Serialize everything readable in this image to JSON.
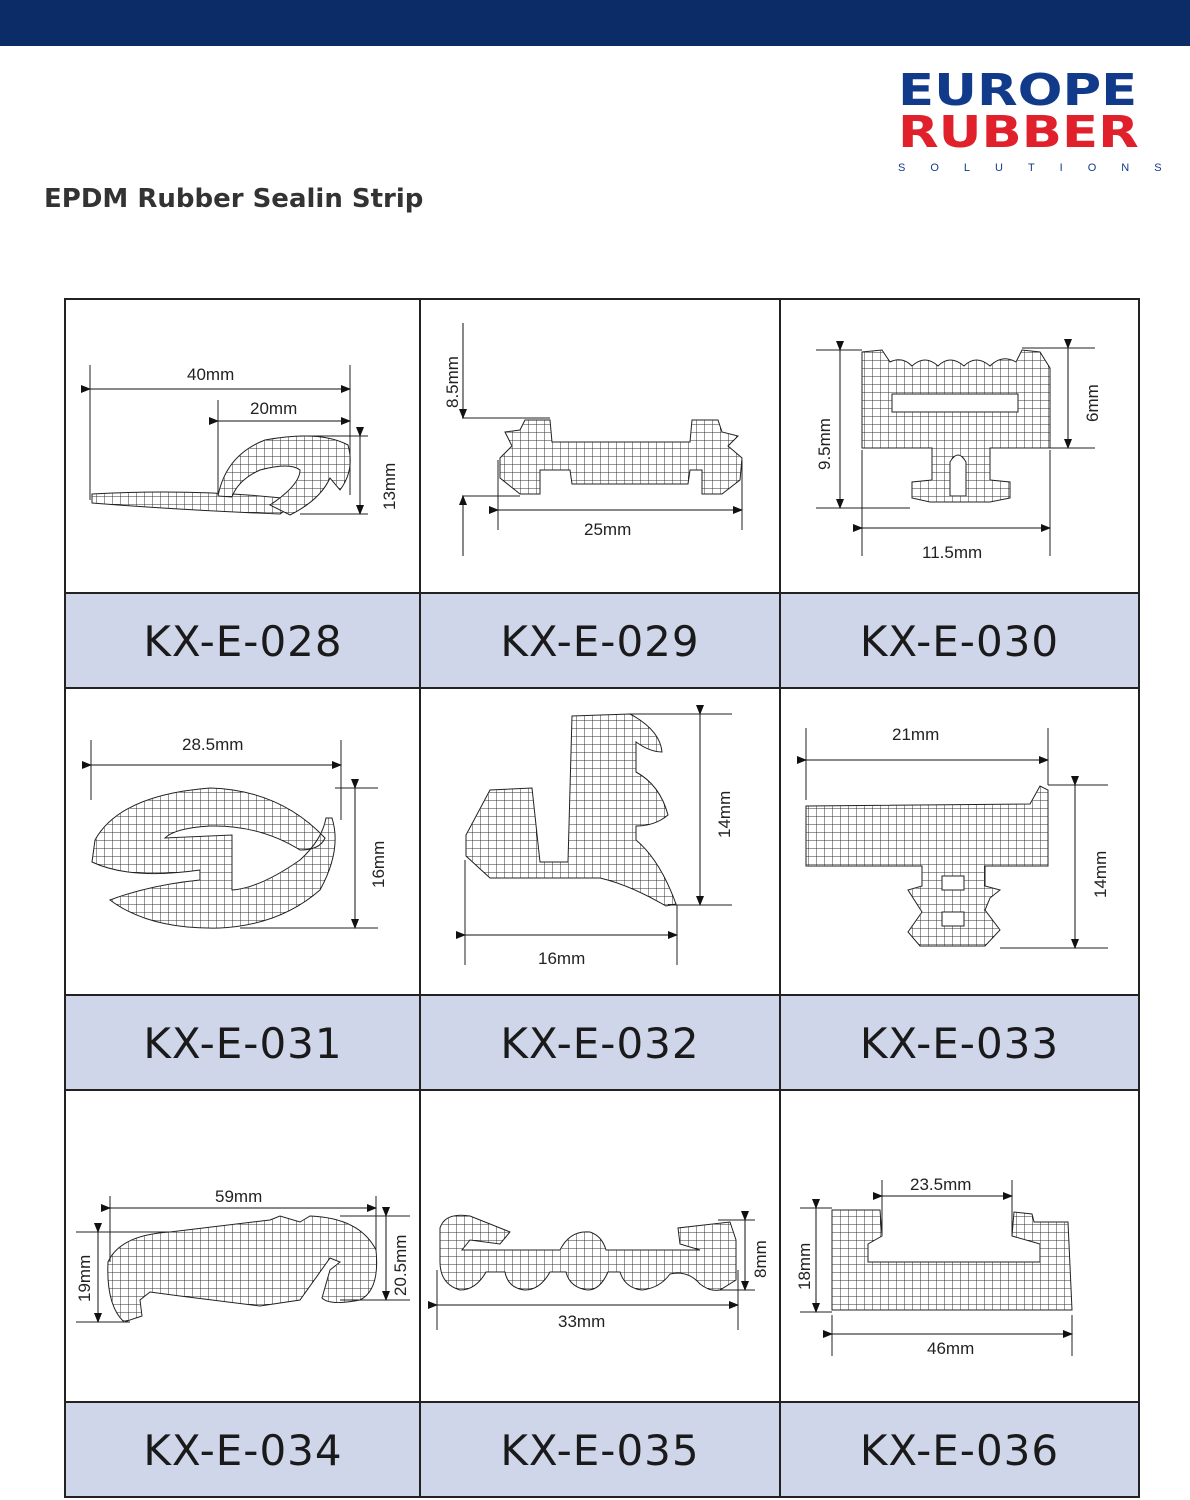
{
  "brand": {
    "line1": "EUROPE",
    "line2": "RUBBER",
    "line3": "SOLUTIONS",
    "colors": {
      "header_bar": "#0b2c66",
      "brand_blue": "#123a8a",
      "brand_red": "#e0202a",
      "label_bg": "#d0d6ea"
    }
  },
  "title": "EPDM Rubber Sealin Strip",
  "products": [
    {
      "code": "KX-E-028",
      "dims": [
        "40mm",
        "20mm",
        "13mm"
      ]
    },
    {
      "code": "KX-E-029",
      "dims": [
        "8.5mm",
        "25mm"
      ]
    },
    {
      "code": "KX-E-030",
      "dims": [
        "9.5mm",
        "6mm",
        "11.5mm"
      ]
    },
    {
      "code": "KX-E-031",
      "dims": [
        "28.5mm",
        "16mm"
      ]
    },
    {
      "code": "KX-E-032",
      "dims": [
        "14mm",
        "16mm"
      ]
    },
    {
      "code": "KX-E-033",
      "dims": [
        "21mm",
        "14mm"
      ]
    },
    {
      "code": "KX-E-034",
      "dims": [
        "59mm",
        "19mm",
        "20.5mm"
      ]
    },
    {
      "code": "KX-E-035",
      "dims": [
        "33mm",
        "8mm"
      ]
    },
    {
      "code": "KX-E-036",
      "dims": [
        "23.5mm",
        "18mm",
        "46mm"
      ]
    }
  ]
}
